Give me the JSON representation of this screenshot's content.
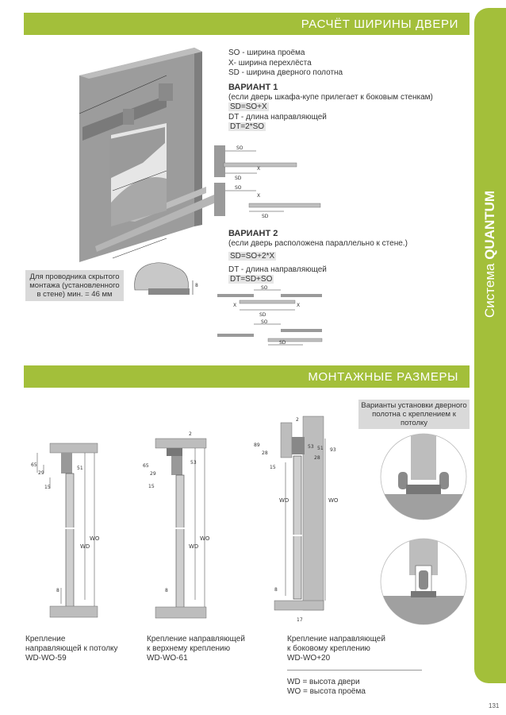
{
  "header": {
    "banner1": "РАСЧЁТ ШИРИНЫ ДВЕРИ",
    "banner2": "МОНТАЖНЫЕ РАЗМЕРЫ",
    "side_prefix": "Система ",
    "side_brand": "QUANTUM"
  },
  "legend": {
    "l1": "SO - ширина проёма",
    "l2": "X-  ширина перехлёста",
    "l3": "SD - ширина дверного полотна"
  },
  "variant1": {
    "title": "ВАРИАНТ 1",
    "desc": "(если дверь шкафа-купе прилегает к боковым стенкам)",
    "f1": "SD=SO+X",
    "f2": "DT - длина направляющей",
    "f3": "DT=2*SO"
  },
  "variant2": {
    "title": "ВАРИАНТ 2",
    "desc": "(если дверь расположена параллельно к стене.)",
    "f1": "SD=SO+2*X",
    "f2": "DT - длина направляющей",
    "f3": "DT=SD+SO"
  },
  "notes": {
    "hidden": "Для проводника скрытого монтажа (установленного в стене) мин. = 46 мм",
    "ceiling": "Варианты установки дверного полотна с креплением к потолку"
  },
  "labels": {
    "so": "SO",
    "sd": "SD",
    "x": "X",
    "eight": "8",
    "wd": "WD",
    "wo": "WO",
    "n65": "65",
    "n29": "29",
    "n15": "15",
    "n51": "51",
    "n53": "53",
    "n2": "2",
    "n89": "89",
    "n28": "28",
    "n17": "17",
    "n93": "93"
  },
  "captions": {
    "c1a": "Крепление",
    "c1b": "направляющей к потолку",
    "c1c": "WD-WO-59",
    "c2a": "Крепление направляющей",
    "c2b": "к верхнему креплению",
    "c2c": "WD-WO-61",
    "c3a": "Крепление направляющей",
    "c3b": "к боковому креплению",
    "c3c": "WD-WO+20",
    "def1": "WD = высота двери",
    "def2": "WO = высота проёма"
  },
  "page_number": "131",
  "colors": {
    "accent": "#a3bf3a",
    "gray": "#9a9a9a",
    "note": "#d9d9d9"
  }
}
